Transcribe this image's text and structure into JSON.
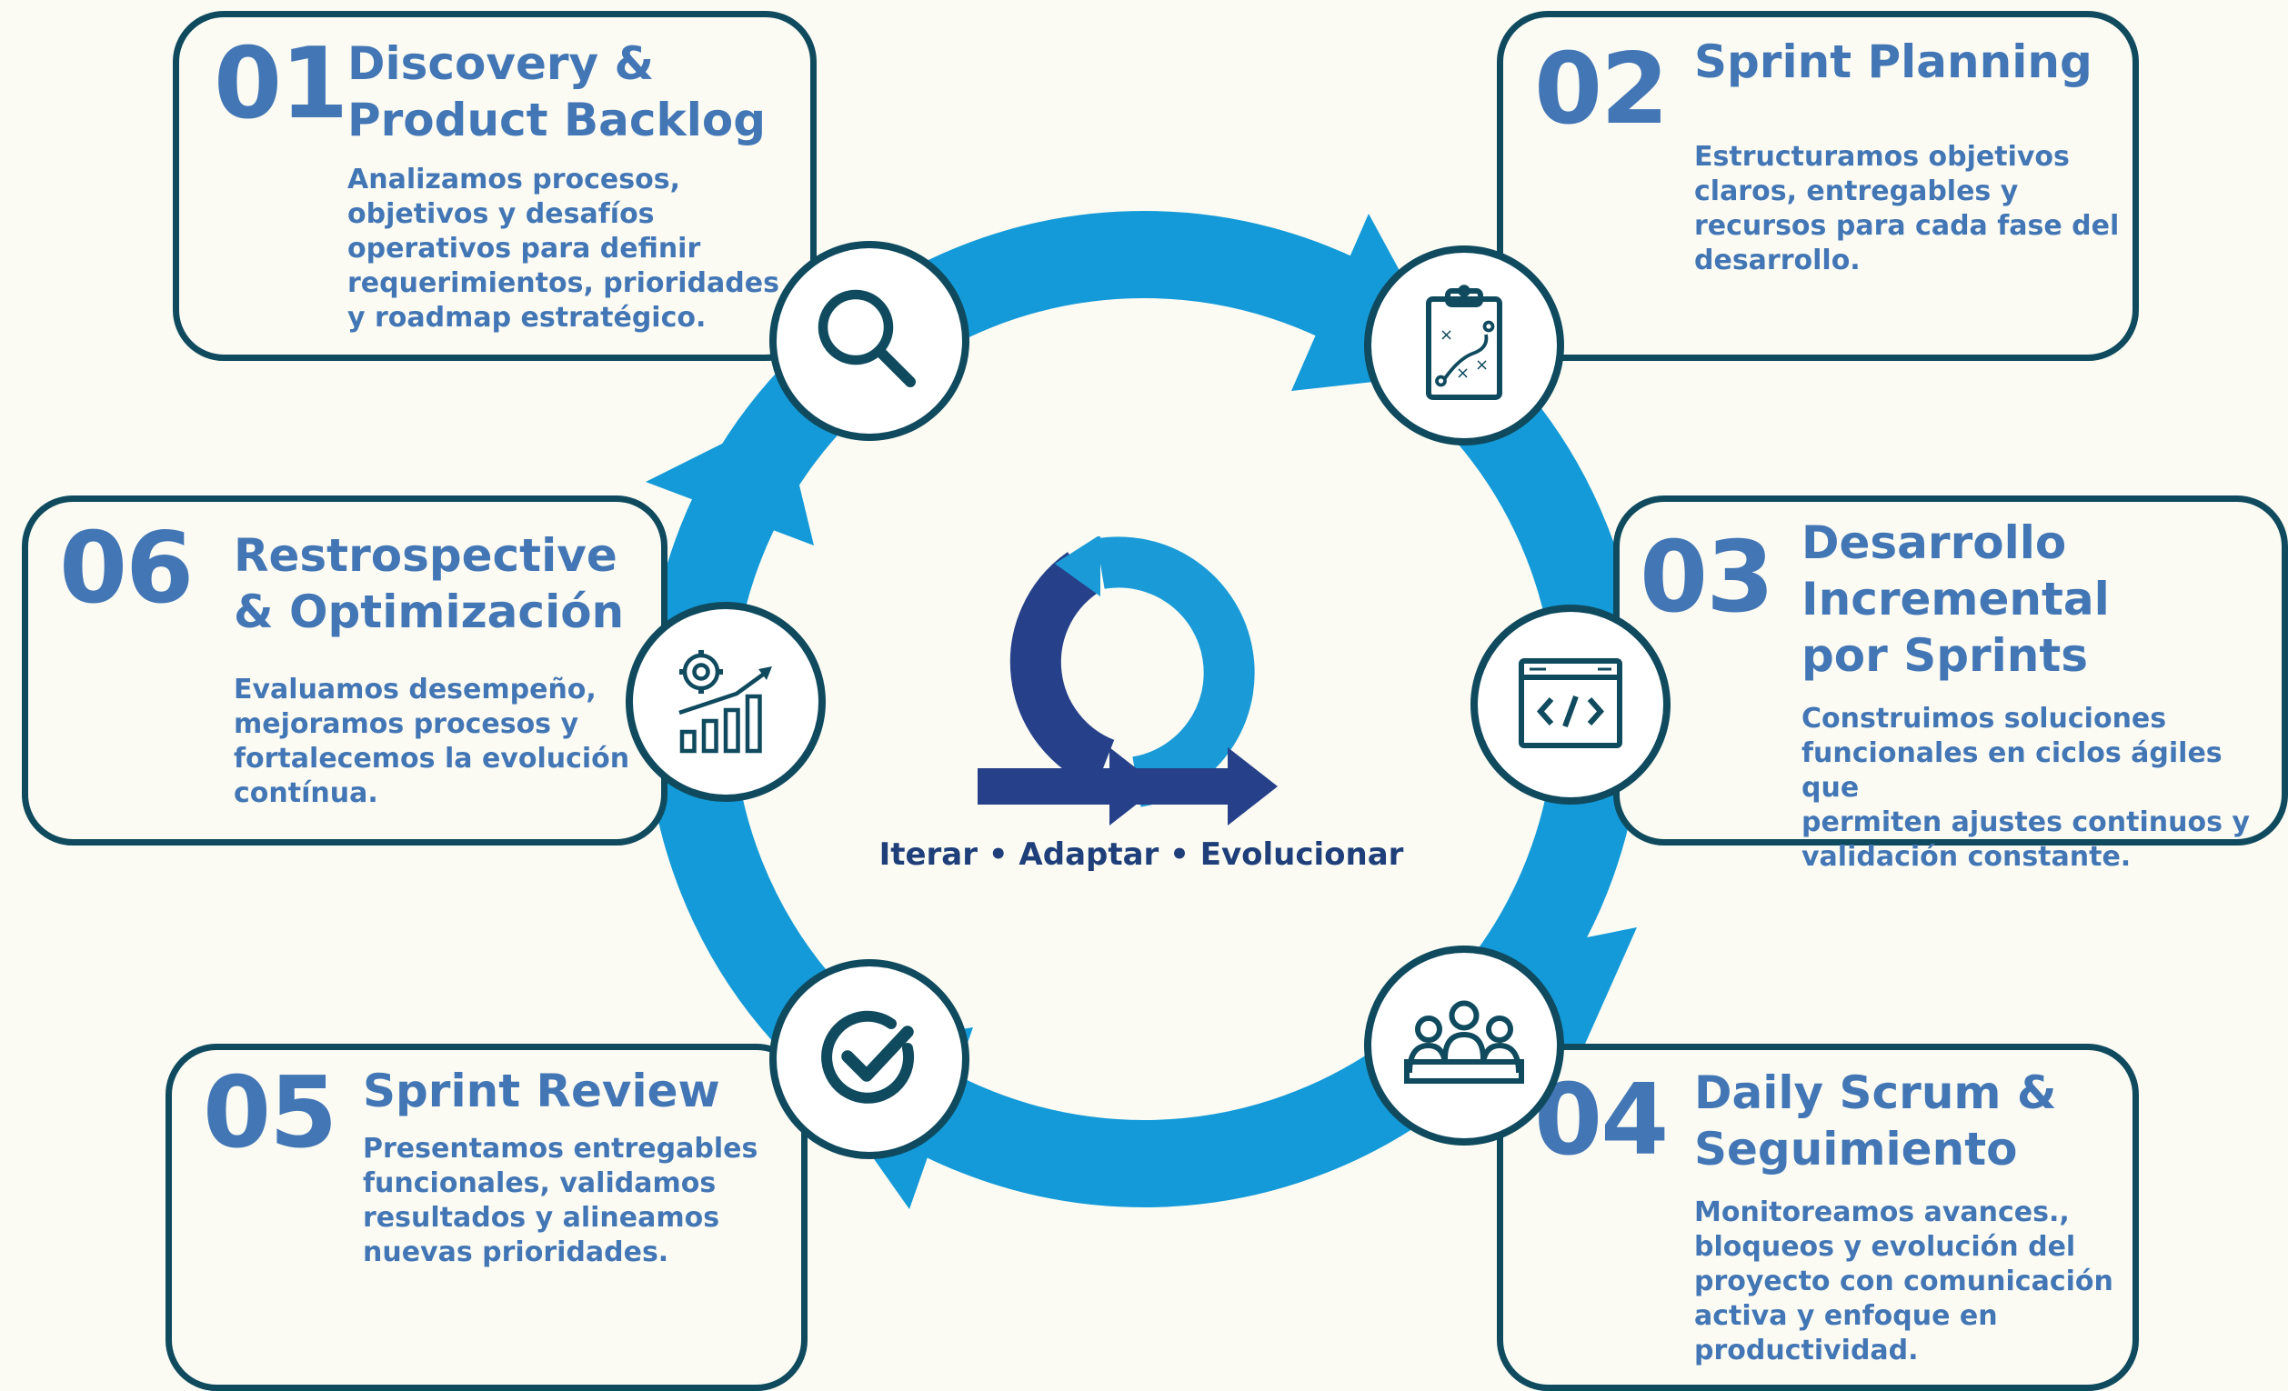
{
  "colors": {
    "card_border": "#0f4a5e",
    "text_blue": "#4376b5",
    "ring_blue": "#149ad8",
    "navy": "#1f3f7a",
    "background": "#fbfbf3"
  },
  "center": {
    "tagline": "Iterar • Adaptar • Evolucionar",
    "logo_icon": "iteration-cycle-icon"
  },
  "steps": [
    {
      "number": "01",
      "title": "Discovery &\nProduct Backlog",
      "description": "Analizamos procesos,\nobjetivos y desafíos\noperativos para definir\nrequerimientos, prioridades\ny roadmap estratégico.",
      "icon": "magnifier-icon"
    },
    {
      "number": "02",
      "title": "Sprint Planning",
      "description": "Estructuramos objetivos\nclaros, entregables y\nrecursos para cada fase del\ndesarrollo.",
      "icon": "clipboard-strategy-icon"
    },
    {
      "number": "03",
      "title": "Desarrollo\nIncremental\npor Sprints",
      "description": "Construimos soluciones\nfuncionales en ciclos ágiles que\npermiten ajustes continuos y\nvalidación constante.",
      "icon": "code-window-icon"
    },
    {
      "number": "04",
      "title": "Daily Scrum &\nSeguimiento",
      "description": "Monitoreamos avances.,\nbloqueos y evolución del\nproyecto con comunicación\nactiva y enfoque en\nproductividad.",
      "icon": "team-meeting-icon"
    },
    {
      "number": "05",
      "title": "Sprint Review",
      "description": "Presentamos entregables\nfuncionales, validamos\nresultados y alineamos\nnuevas prioridades.",
      "icon": "checkmark-circle-icon"
    },
    {
      "number": "06",
      "title": "Restrospective\n& Optimización",
      "description": "Evaluamos desempeño,\nmejoramos procesos y\nfortalecemos la evolución\ncontínua.",
      "icon": "growth-chart-gear-icon"
    }
  ]
}
